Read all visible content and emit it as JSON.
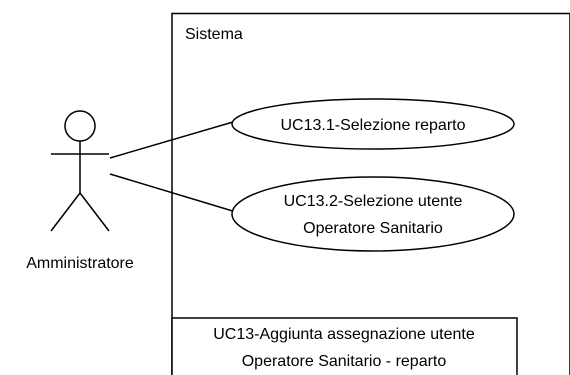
{
  "system": {
    "label": "Sistema"
  },
  "actor": {
    "name": "Amministratore"
  },
  "use_cases": [
    {
      "id": "UC13.1",
      "lines": [
        "UC13.1-Selezione reparto"
      ]
    },
    {
      "id": "UC13.2",
      "lines": [
        "UC13.2-Selezione utente",
        "Operatore Sanitario"
      ]
    }
  ],
  "caption": {
    "lines": [
      "UC13-Aggiunta assegnazione utente",
      "Operatore Sanitario - reparto"
    ]
  },
  "colors": {
    "stroke": "#000000",
    "fill": "#ffffff"
  }
}
